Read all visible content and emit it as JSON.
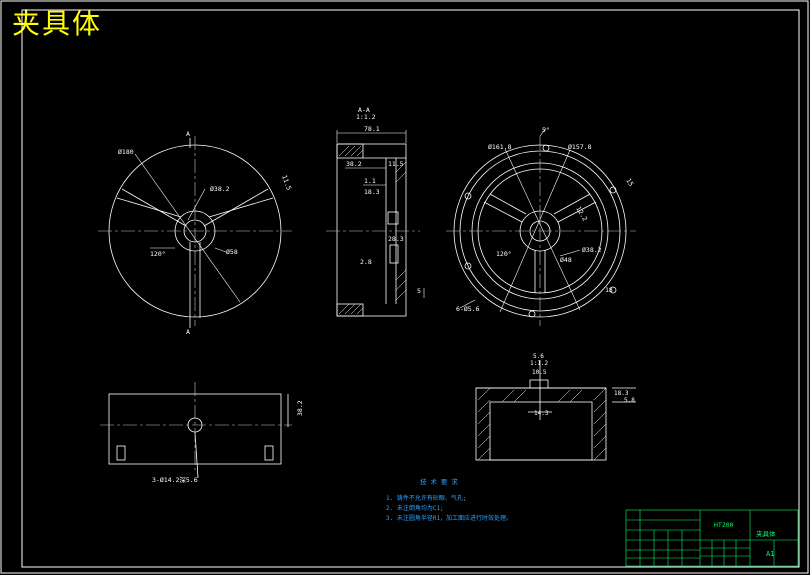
{
  "sheet": {
    "title": "夹具体",
    "colors": {
      "background": "#000000",
      "lines": "#ffffff",
      "title": "#ffff00",
      "dimensions": "#ffffff",
      "notes": "#2aa3ff",
      "table": "#00ff66",
      "center_lines": "#c8c8c8"
    }
  },
  "views": {
    "front": {
      "section_mark": "A",
      "dims": [
        "Ø180",
        "Ø38.2",
        "Ø58",
        "120°",
        "11.5"
      ]
    },
    "section": {
      "title": "A-A",
      "scale": "1:1.2",
      "dims": [
        "78.1",
        "38.2",
        "11.5",
        "1.1",
        "18.3",
        "28.3",
        "2.8",
        "5"
      ]
    },
    "right": {
      "dims": [
        "Ø161.8",
        "Ø157.8",
        "Ø38.2",
        "Ø48",
        "120°",
        "5°",
        "6-Ø5.6",
        "18",
        "12.2",
        "15"
      ]
    },
    "bottom_left": {
      "dims": [
        "38.2"
      ],
      "callout": "3-Ø14.2深5.6"
    },
    "detail": {
      "dims": [
        "5.6",
        "10.5",
        "14.3",
        "18.3",
        "5.8"
      ],
      "scale": "1:1.2"
    }
  },
  "notes": {
    "heading": "技 术 要 求",
    "items": [
      "1. 铸件不允许有砂眼、气孔;",
      "2. 未注倒角均为C1;",
      "3. 未注圆角半径R1，加工面应进行时效处理。"
    ]
  },
  "title_block": {
    "material": "HT200",
    "part_name": "夹具体",
    "sheet_size": "A1"
  }
}
